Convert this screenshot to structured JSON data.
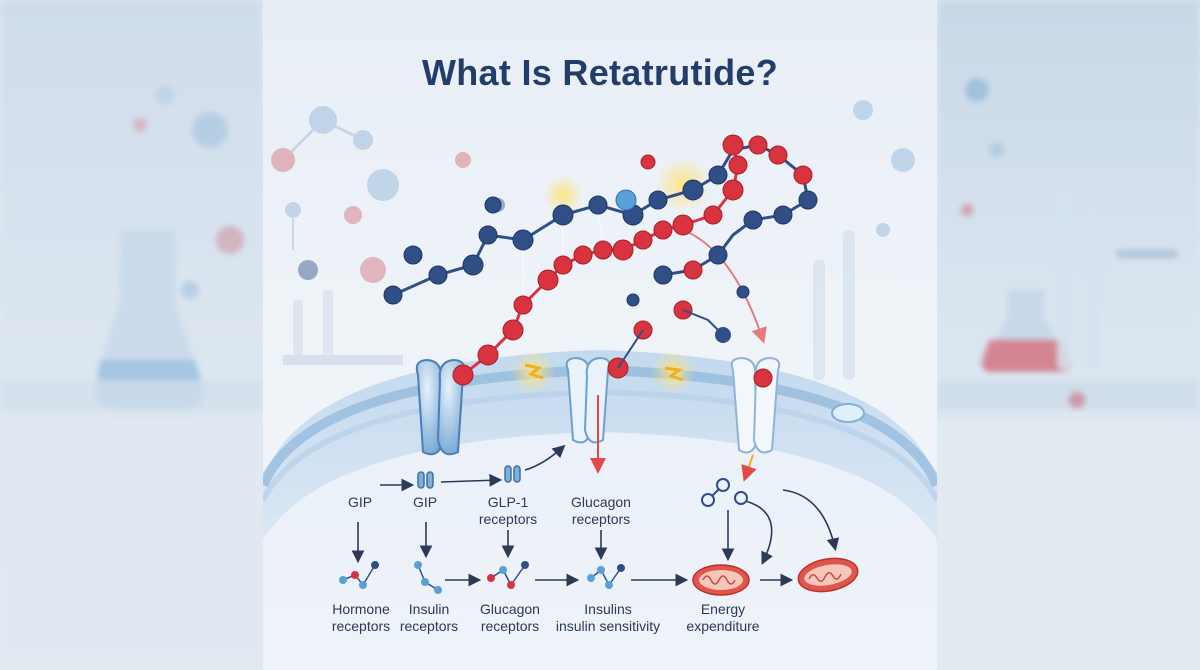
{
  "title": "What Is Retatrutide?",
  "top_labels": {
    "gip_1": "GIP",
    "gip_2": "GIP",
    "glp1": [
      "GLP-1",
      "receptors"
    ],
    "glucagon": [
      "Glucagon",
      "receptors"
    ]
  },
  "bottom_labels": {
    "hormone": [
      "Hormone",
      "receptors"
    ],
    "insulin": [
      "Insulin",
      "receptors"
    ],
    "glucagon": [
      "Glucagon",
      "receptors"
    ],
    "insulins": [
      "Insulins",
      "insulin sensitivity"
    ],
    "energy": [
      "Energy",
      "expenditure"
    ]
  },
  "colors": {
    "title": "#233d6b",
    "red_atom": "#d8333f",
    "blue_atom": "#2f4f86",
    "receptor": "#7fb0dc",
    "arrow": "#2b3a55",
    "mitochondria": "#e0564e"
  },
  "icons": [
    "molecule-icon",
    "receptor-icon",
    "mitochondria-icon",
    "lightning-icon",
    "flask-icon"
  ]
}
